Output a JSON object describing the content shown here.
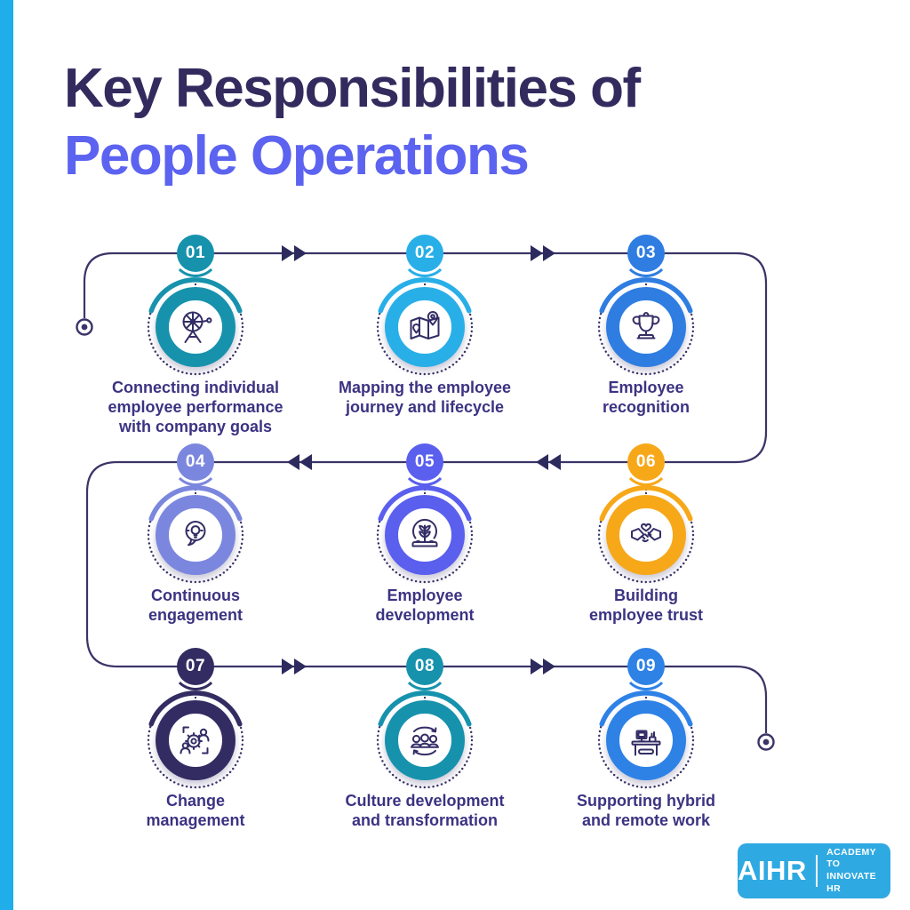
{
  "page": {
    "background": "#ffffff",
    "accent_stripe_color": "#1FAEE9",
    "label_color": "#3B3382"
  },
  "title": {
    "line1": "Key Responsibilities of",
    "line2": "People Operations",
    "line1_color": "#332B5E",
    "line2_color": "#5C63F0"
  },
  "flow": {
    "line_color": "#3A3468",
    "arrow_color": "#2D2A5E"
  },
  "items": [
    {
      "number": "01",
      "label": "Connecting individual\nemployee performance\nwith company goals",
      "color": "#1792AD",
      "icon": "spinning-wheel-tripod-icon"
    },
    {
      "number": "02",
      "label": "Mapping the employee\njourney and lifecycle",
      "color": "#29AFE8",
      "icon": "map-location-pins-icon"
    },
    {
      "number": "03",
      "label": "Employee\nrecognition",
      "color": "#2F7DE1",
      "icon": "trophy-icon"
    },
    {
      "number": "04",
      "label": "Continuous\nengagement",
      "color": "#7B87DE",
      "icon": "thought-bubble-lightbulb-icon"
    },
    {
      "number": "05",
      "label": "Employee\ndevelopment",
      "color": "#5A5FEE",
      "icon": "growing-plant-icon"
    },
    {
      "number": "06",
      "label": "Building\nemployee trust",
      "color": "#F7A819",
      "icon": "handshake-heart-icon"
    },
    {
      "number": "07",
      "label": "Change\nmanagement",
      "color": "#332C62",
      "icon": "gear-people-icon"
    },
    {
      "number": "08",
      "label": "Culture development\nand transformation",
      "color": "#1792AD",
      "icon": "team-cycle-icon"
    },
    {
      "number": "09",
      "label": "Supporting hybrid\nand remote work",
      "color": "#2E82E6",
      "icon": "desk-workstation-icon"
    }
  ],
  "logo": {
    "brand": "AIHR",
    "tagline": "ACADEMY TO\nINNOVATE HR",
    "background": "#2FA9E1"
  }
}
